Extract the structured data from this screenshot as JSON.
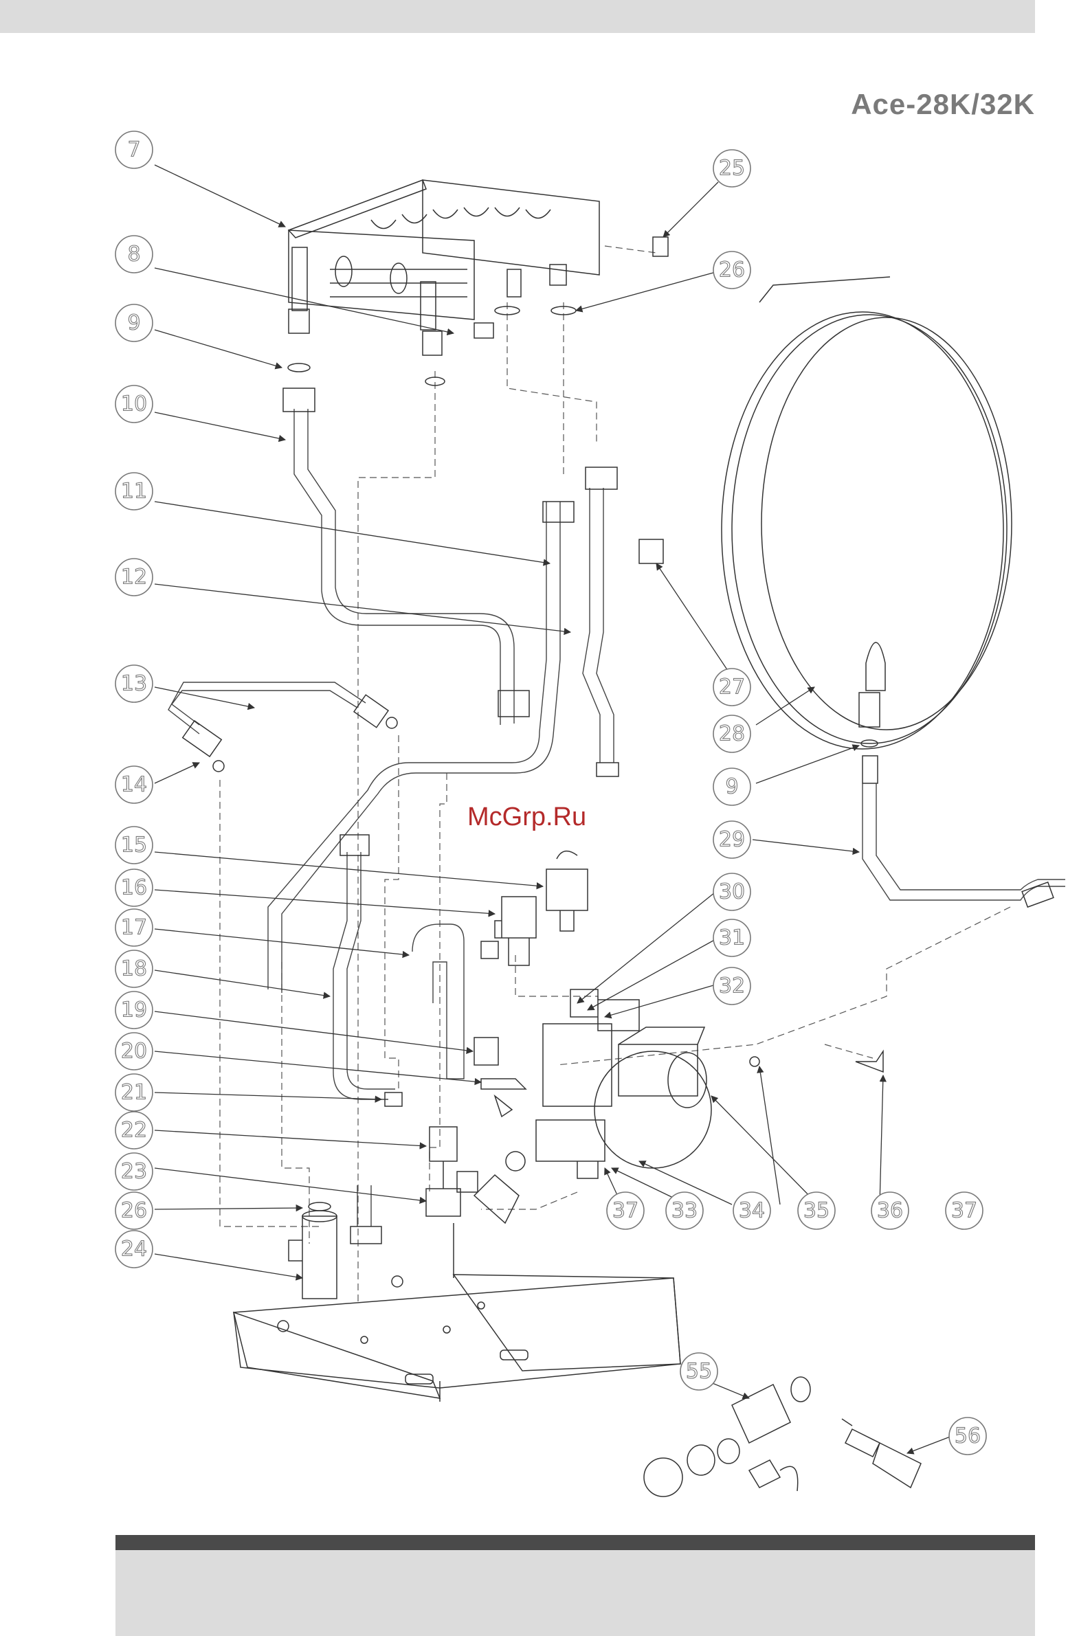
{
  "header": {
    "model": "Ace-28K/32K"
  },
  "watermark": {
    "text": "McGrp.Ru"
  },
  "callouts": [
    "7",
    "8",
    "9",
    "10",
    "11",
    "12",
    "13",
    "14",
    "15",
    "16",
    "17",
    "18",
    "19",
    "20",
    "21",
    "22",
    "23",
    "26",
    "24",
    "25",
    "26",
    "27",
    "28",
    "9",
    "29",
    "30",
    "31",
    "32",
    "37",
    "33",
    "34",
    "35",
    "36",
    "37",
    "55",
    "56"
  ],
  "colors": {
    "band": "#dcdcdc",
    "footer_dark": "#4a4a4a",
    "title": "#7a7a7a",
    "watermark": "#b42a2a"
  }
}
